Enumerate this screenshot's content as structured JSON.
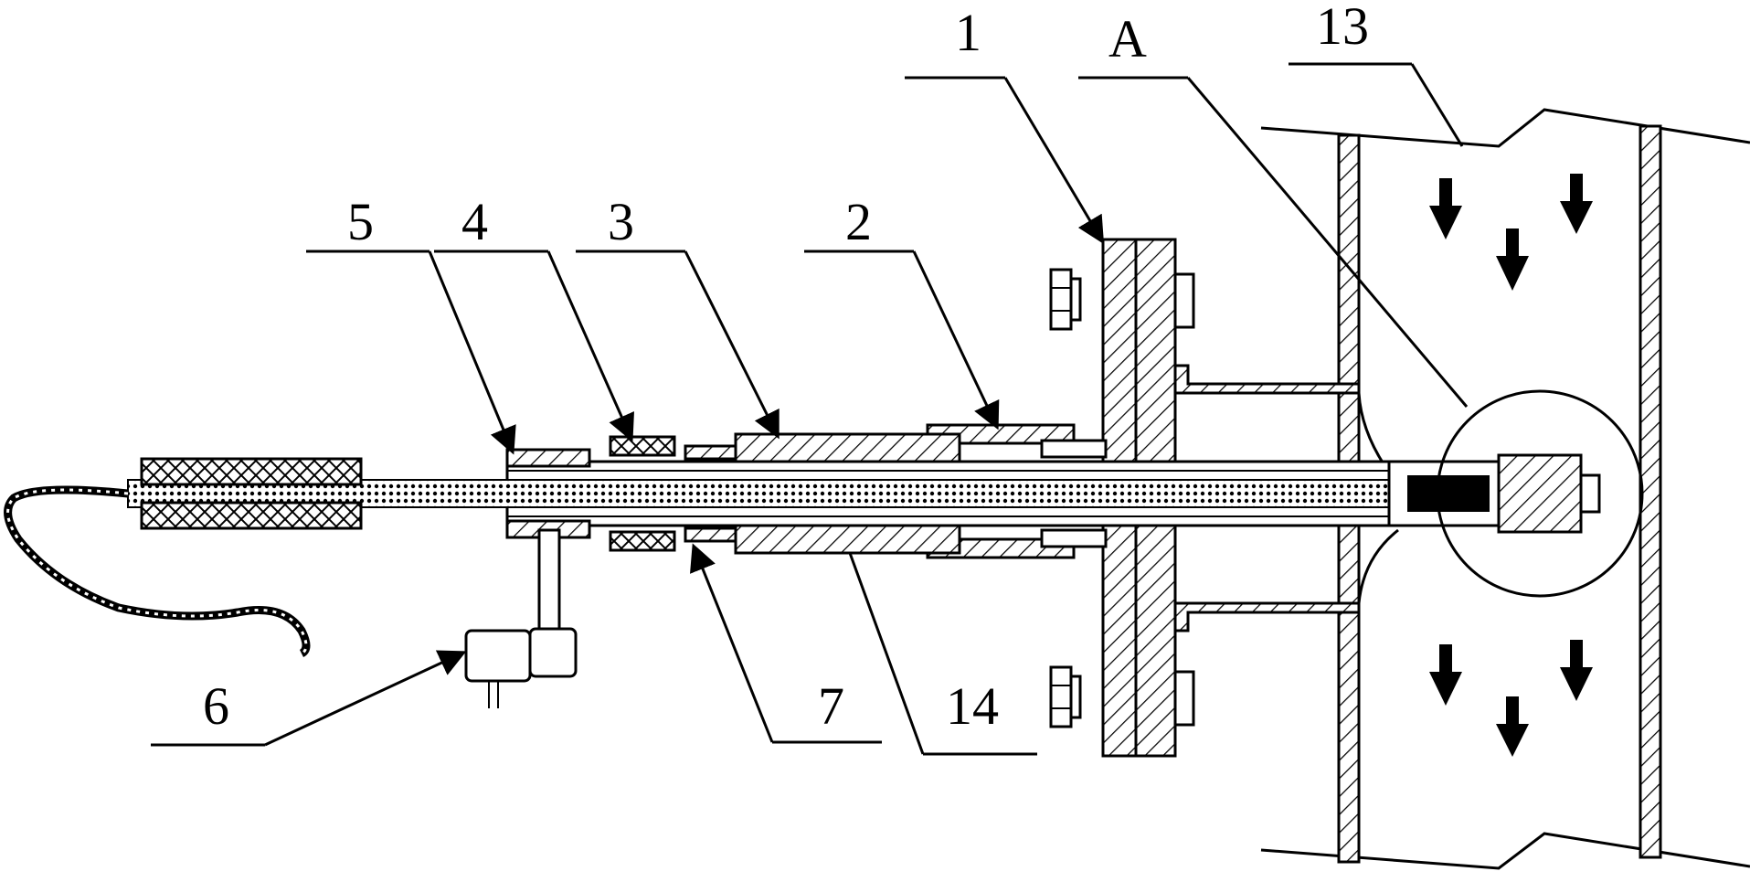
{
  "labels": {
    "l1": "1",
    "lA": "A",
    "l13": "13",
    "l5": "5",
    "l4": "4",
    "l3": "3",
    "l2": "2",
    "l6": "6",
    "l7": "7",
    "l14": "14"
  },
  "flow_direction": "down"
}
